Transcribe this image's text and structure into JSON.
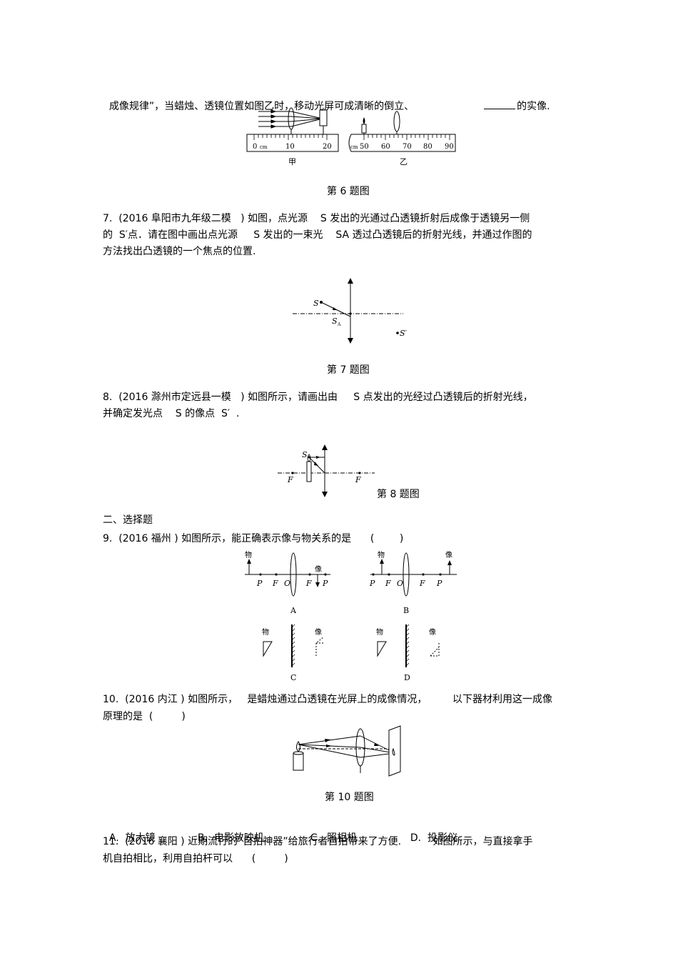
{
  "q6": {
    "line1a": "成像规律”，当蜡烛、透镜位置如图乙时，移动光屏可成清晰的倒立、",
    "line1b": "的实像.",
    "ruler_jia_ticks": [
      "0",
      "cm",
      "10",
      "20"
    ],
    "ruler_yi_ticks": [
      "cm",
      "50",
      "60",
      "70",
      "80",
      "90"
    ],
    "label_jia": "甲",
    "label_yi": "乙",
    "caption": "第 6 题图"
  },
  "q7": {
    "line1": "7.  (2016 阜阳市九年级二模   ) 如图，点光源    S 发出的光通过凸透镜折射后成像于透镜另一侧",
    "line2": "的  S′点．请在图中画出点光源     S 发出的一束光    SA 透过凸透镜后的折射光线，并通过作图的",
    "line3": "方法找出凸透镜的一个焦点的位置.",
    "label_s": "S",
    "label_sa": "S",
    "label_sa_sub": "A",
    "label_s_prime": "S′",
    "caption": "第 7 题图"
  },
  "q8": {
    "line1": "8.  (2016 滁州市定远县一模   ) 如图所示，请画出由     S 点发出的光经过凸透镜后的折射光线，",
    "line2": "并确定发光点    S 的像点  S′  .",
    "label_s": "S",
    "label_f_left": "F",
    "label_f_right": "F",
    "caption": "第 8 题图"
  },
  "section2": {
    "title": "二、选择题"
  },
  "q9": {
    "line1": "9.  (2016 福州 ) 如图所示，能正确表示像与物关系的是      (        )",
    "wu": "物",
    "xiang": "像",
    "p": "P",
    "f": "F",
    "o": "O",
    "label_a": "A",
    "label_b": "B",
    "label_c": "C",
    "label_d": "D"
  },
  "q10": {
    "line1": "10.  (2016 内江 ) 如图所示，   是蜡烛通过凸透镜在光屏上的成像情况，        以下器材利用这一成像",
    "line2": "原理的是  (         )",
    "caption": "第 10 题图",
    "options": [
      "A.  放大镜",
      "B.  电影放映机",
      "C.  照相机",
      "D.  投影仪"
    ]
  },
  "q11": {
    "line1": "11.  (2016 襄阳 ) 近期流行的“自拍神器”给旅行者自拍带来了方便.          如图所示，与直接拿手",
    "line2": "机自拍相比，利用自拍杆可以      (         )"
  }
}
